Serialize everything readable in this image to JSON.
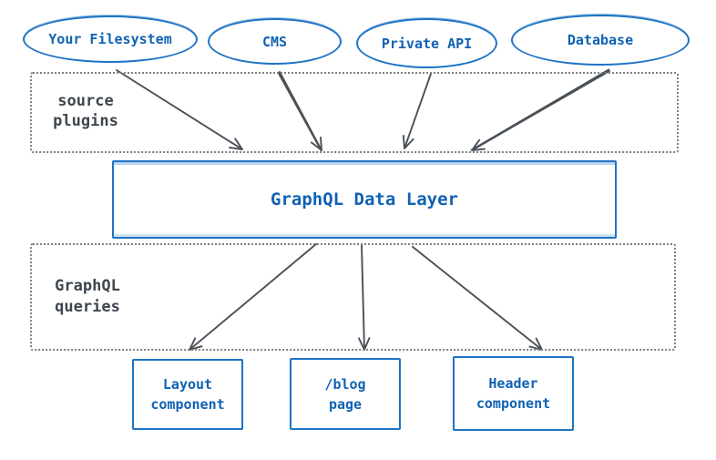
{
  "diagram": {
    "source_nodes": [
      {
        "label": "Your Filesystem"
      },
      {
        "label": "CMS"
      },
      {
        "label": "Private API"
      },
      {
        "label": "Database"
      }
    ],
    "source_group": {
      "line1": "source",
      "line2": "plugins"
    },
    "data_layer": {
      "label": "GraphQL Data Layer"
    },
    "query_group": {
      "line1": "GraphQL",
      "line2": "queries"
    },
    "output_nodes": [
      {
        "line1": "Layout",
        "line2": "component"
      },
      {
        "line1": "/blog",
        "line2": "page"
      },
      {
        "line1": "Header",
        "line2": "component"
      }
    ],
    "edges": [
      {
        "from": "Your Filesystem",
        "to": "GraphQL Data Layer"
      },
      {
        "from": "CMS",
        "to": "GraphQL Data Layer"
      },
      {
        "from": "Private API",
        "to": "GraphQL Data Layer"
      },
      {
        "from": "Database",
        "to": "GraphQL Data Layer"
      },
      {
        "from": "GraphQL Data Layer",
        "to": "Layout component"
      },
      {
        "from": "GraphQL Data Layer",
        "to": "/blog page"
      },
      {
        "from": "GraphQL Data Layer",
        "to": "Header component"
      }
    ],
    "colors": {
      "node_stroke": "#1e73c4",
      "node_text": "#1062b4",
      "arrow": "#4a5158",
      "group_border": "#7f7f7f",
      "group_text": "#3e464e",
      "background": "#ffffff"
    }
  }
}
